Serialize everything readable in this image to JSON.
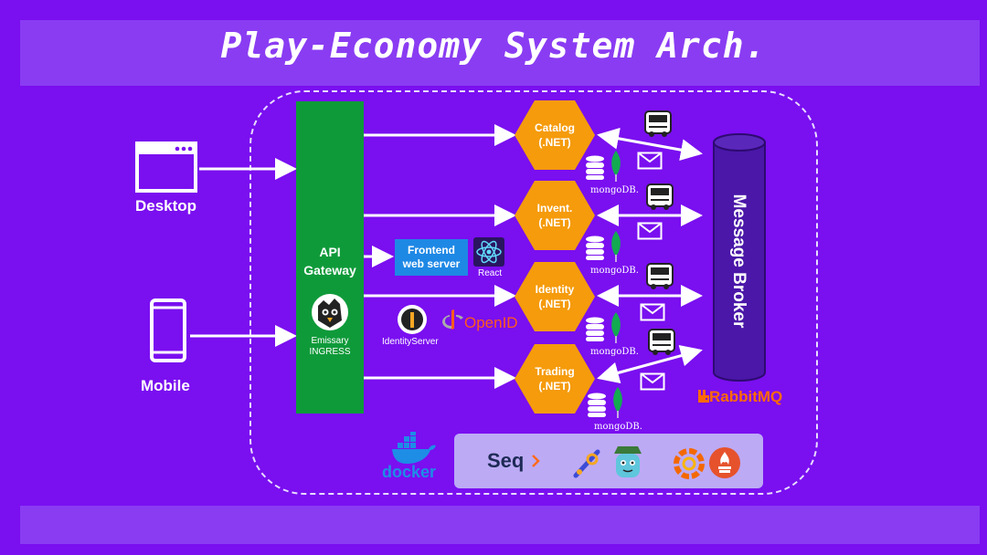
{
  "title": "Play-Economy System Arch.",
  "clients": {
    "desktop": "Desktop",
    "mobile": "Mobile"
  },
  "gateway": {
    "title_line1": "API",
    "title_line2": "Gateway",
    "sub_line1": "Emissary",
    "sub_line2": "INGRESS"
  },
  "services": [
    {
      "name": "Catalog",
      "tech": "(.NET)"
    },
    {
      "name": "Invent.",
      "tech": "(.NET)"
    },
    {
      "name": "Identity",
      "tech": "(.NET)"
    },
    {
      "name": "Trading",
      "tech": "(.NET)"
    }
  ],
  "mongodb_label": "mongoDB.",
  "frontend": {
    "line1": "Frontend",
    "line2": "web server",
    "react": "React"
  },
  "identity_server": "IdentityServer",
  "openid": "OpenID",
  "message_broker": "Message Broker",
  "rabbitmq": "RabbitMQ",
  "docker": "docker",
  "seq": "Seq",
  "colors": {
    "background": "#7a0ff0",
    "band": "#8a3cf2",
    "gateway": "#0f9a3a",
    "service": "#f59b0c",
    "broker": "#4a17a8",
    "frontend": "#1e88e5",
    "tools_panel": "#bcaaf5"
  },
  "icons": [
    "browser-window-icon",
    "mobile-phone-icon",
    "emissary-bird-icon",
    "react-icon",
    "identityserver-icon",
    "openid-icon",
    "mongodb-leaf-icon",
    "database-icon",
    "envelope-icon",
    "masstransit-bus-icon",
    "docker-icon",
    "seq-icon",
    "jaeger-icon",
    "opentelemetry-icon",
    "grafana-icon",
    "prometheus-icon",
    "rabbitmq-icon"
  ]
}
